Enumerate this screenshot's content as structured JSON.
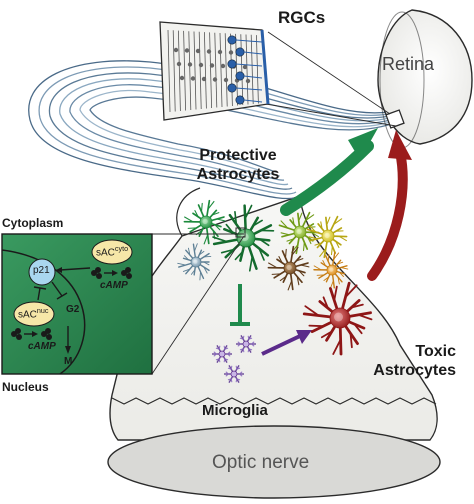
{
  "labels": {
    "rgcs": "RGCs",
    "retina": "Retina",
    "protective_astrocytes": [
      "Protective",
      "Astrocytes"
    ],
    "cytoplasm": "Cytoplasm",
    "nucleus": "Nucleus",
    "microglia": "Microglia",
    "toxic_astrocytes": [
      "Toxic",
      "Astrocytes"
    ],
    "optic_nerve": "Optic nerve"
  },
  "pathway": {
    "p21": "p21",
    "sac_cyto": {
      "main": "sAC",
      "sup": "cyto"
    },
    "sac_nuc": {
      "main": "sAC",
      "sup": "nuc"
    },
    "camp_cyto": "cAMP",
    "camp_nuc": "cAMP",
    "g2": "G2",
    "m": "M"
  },
  "colors": {
    "protective_arrow": "#1f8a4c",
    "toxic_arrow": "#9b1c1c",
    "microglia_arrow": "#5b2b8a",
    "inhibit_bar": "#1f8a4c",
    "inset_bg": "#2f8e55",
    "rgc_nucleus": "#2a5fa8"
  }
}
